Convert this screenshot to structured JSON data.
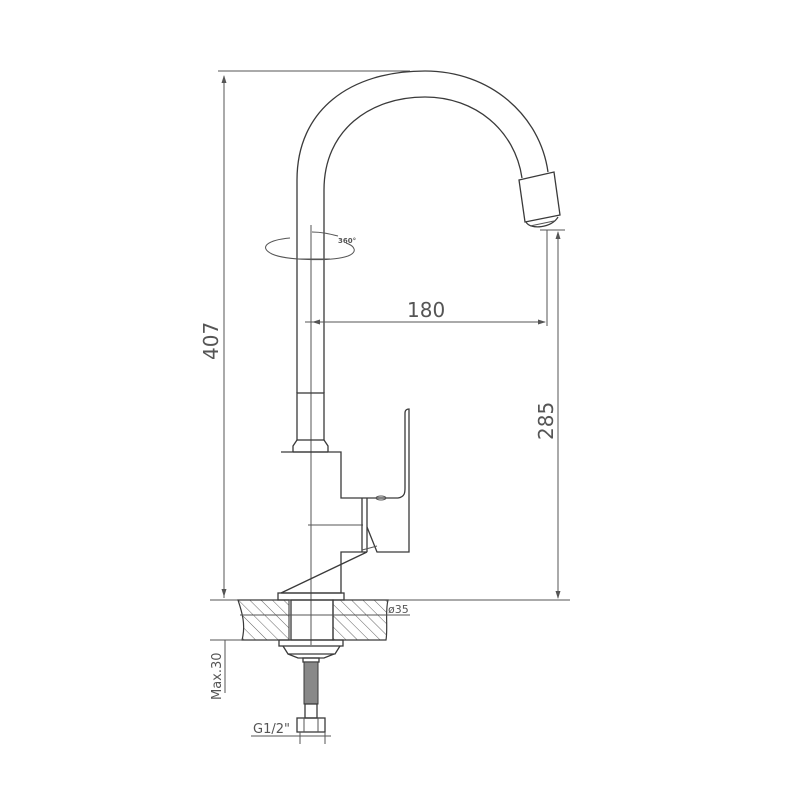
{
  "drawing": {
    "subject": "Kitchen faucet with swivel gooseneck spout - technical side view",
    "dimensions": {
      "total_height": "407",
      "spout_reach": "180",
      "spout_clearance": "285",
      "mount_hole_diameter": "ø35",
      "max_counter_thickness": "Max.30",
      "connection_thread": "G1/2\""
    },
    "rotation_label": "360°",
    "line_color": "#3a3a3a",
    "background_color": "#ffffff"
  }
}
